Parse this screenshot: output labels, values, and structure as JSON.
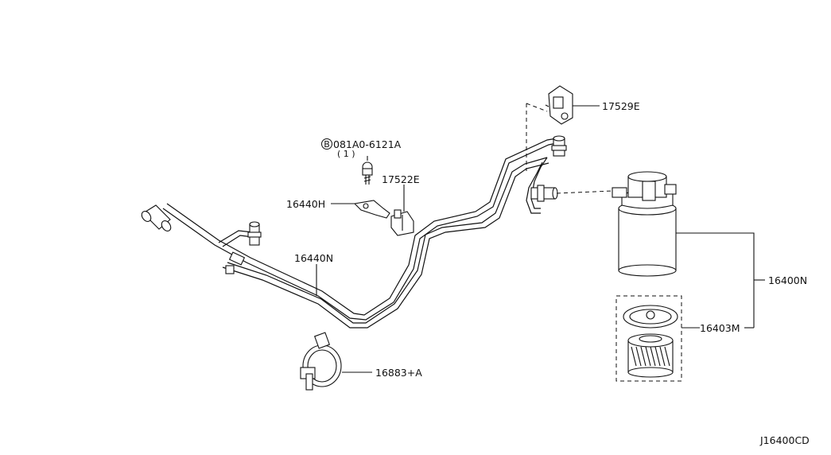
{
  "diagram_code": "J16400CD",
  "callouts": {
    "bolt": "081A0-6121A",
    "bolt_symbol": "B",
    "bolt_qty": "( 1 )",
    "bracket": "16440H",
    "clip_1": "17522E",
    "clip_2": "17529E",
    "tube_assy": "16440N",
    "clamp": "16883+A",
    "fuel_filter": "16400N",
    "filter_element": "16403M"
  }
}
